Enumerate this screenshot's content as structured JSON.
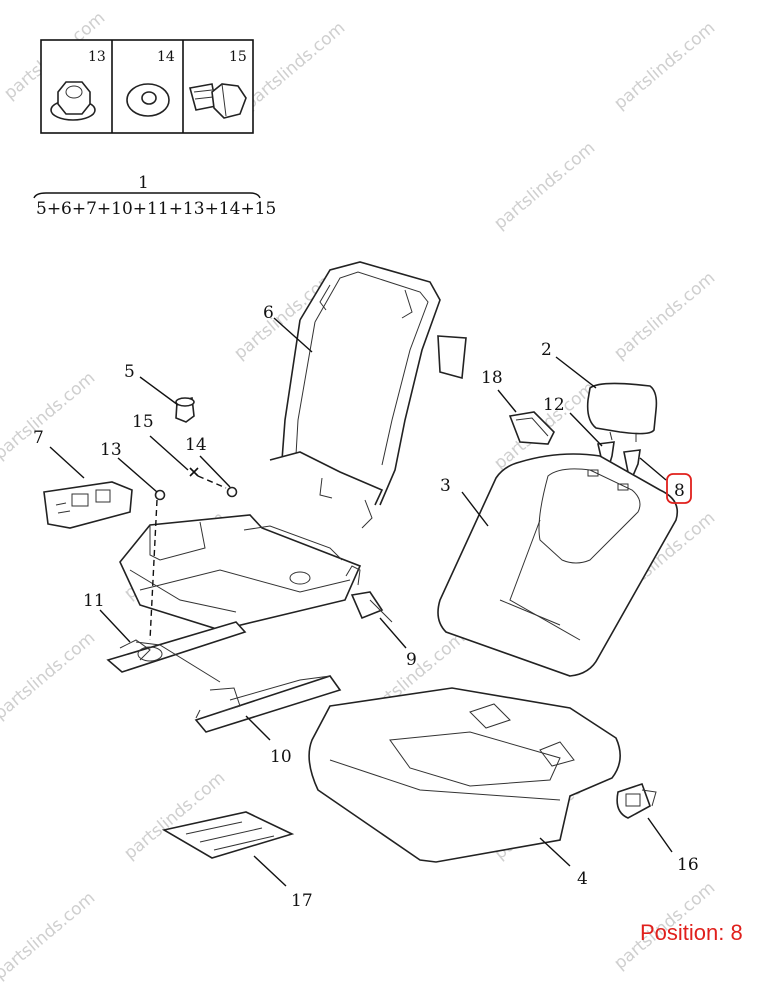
{
  "watermark": "partslinds.com",
  "hardware_legend": [
    {
      "number": "13",
      "icon": "flange-nut-icon"
    },
    {
      "number": "14",
      "icon": "washer-icon"
    },
    {
      "number": "15",
      "icon": "bolt-icon"
    }
  ],
  "assembly": {
    "number": "1",
    "composition": "5+6+7+10+11+13+14+15"
  },
  "callouts": {
    "c2": "2",
    "c3": "3",
    "c4": "4",
    "c5": "5",
    "c6": "6",
    "c7": "7",
    "c8": "8",
    "c9": "9",
    "c10": "10",
    "c11": "11",
    "c12": "12",
    "c13": "13",
    "c14": "14",
    "c15": "15",
    "c16": "16",
    "c17": "17",
    "c18": "18"
  },
  "highlighted_callout": "8",
  "position_label": "Position: 8",
  "colors": {
    "highlight": "#e0201c",
    "line": "#111111",
    "watermark": "#cfcfcf"
  }
}
